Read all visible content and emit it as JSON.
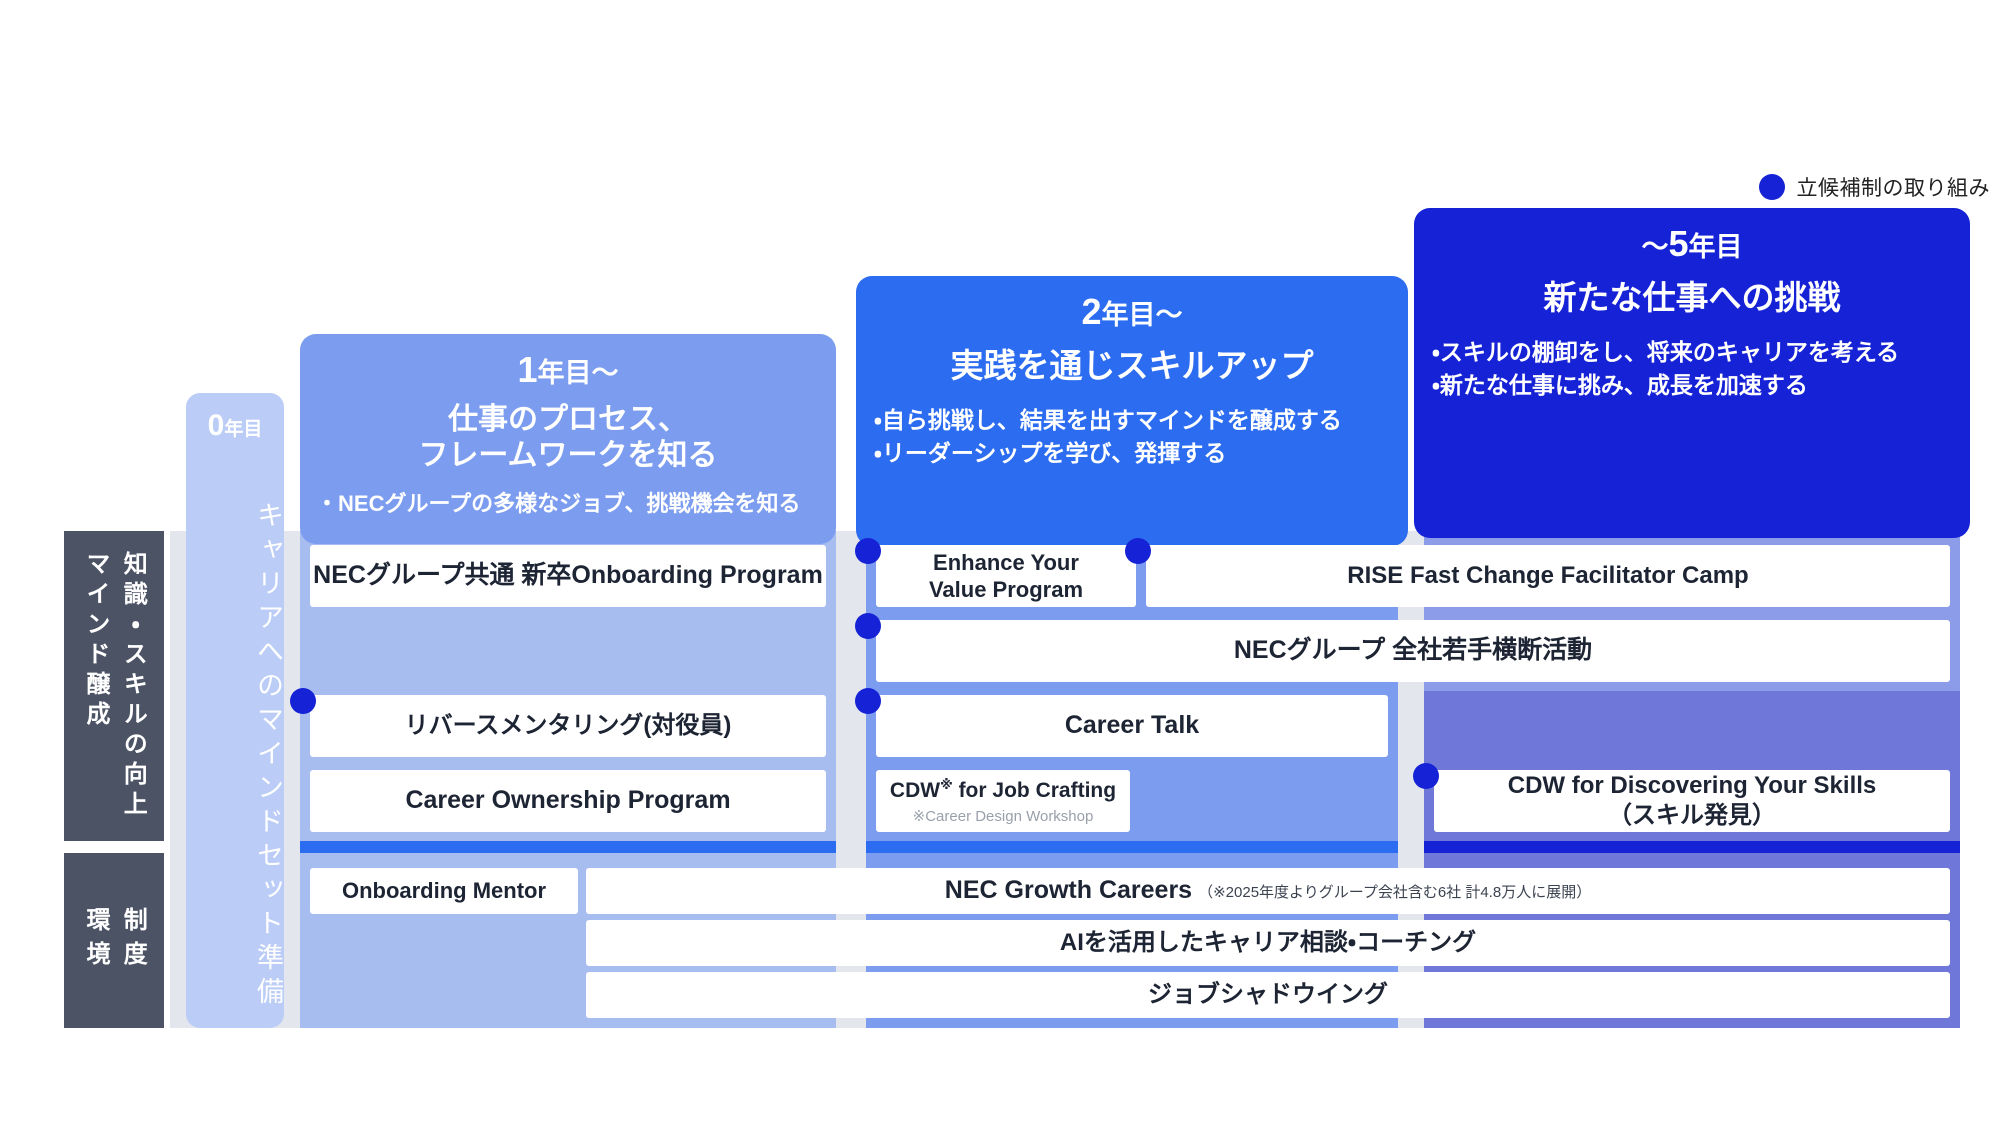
{
  "legend": {
    "label": "立候補制の取り組み",
    "dot_color": "#1622D6"
  },
  "categories": [
    {
      "name": "knowledge-skill",
      "text": "知識・スキルの向上\nマインド醸成"
    },
    {
      "name": "system-environment",
      "text": "制度\n環境"
    }
  ],
  "year0": {
    "year_number": "0",
    "year_unit": "年目",
    "vertical_text": "キャリアへのマインドセット準備",
    "color": "#BBCDF7"
  },
  "phases": [
    {
      "id": "year1",
      "year_number": "1",
      "year_unit": "年目〜",
      "title": "仕事のプロセス、\nフレームワークを知る",
      "bullets": [
        "NECグループの多様なジョブ、挑戦機会を知る"
      ],
      "color": "#7C9DEF"
    },
    {
      "id": "year2",
      "year_number": "2",
      "year_unit": "年目〜",
      "title": "実践を通じスキルアップ",
      "bullets": [
        "自ら挑戦し、結果を出すマインドを醸成する",
        "リーダーシップを学び、発揮する"
      ],
      "color": "#2B6CF0"
    },
    {
      "id": "year5",
      "year_number": "5",
      "year_unit": "年目",
      "year_prefix": "〜",
      "title": "新たな仕事への挑戦",
      "bullets": [
        "スキルの棚卸をし、将来のキャリアを考える",
        "新たな仕事に挑み、成長を加速する"
      ],
      "color": "#1622D6"
    }
  ],
  "programs": {
    "onboarding_common": "NECグループ共通 新卒Onboarding Program",
    "enhance_value": "Enhance Your\nValue Program",
    "rise_camp": "RISE Fast Change Facilitator Camp",
    "cross_company": "NECグループ 全社若手横断活動",
    "reverse_mentoring": "リバースメンタリング(対役員)",
    "career_talk": "Career Talk",
    "career_ownership": "Career Ownership Program",
    "cdw_job_crafting": "CDW for Job Crafting",
    "cdw_job_crafting_mark": "※",
    "cdw_job_crafting_sub": "※Career Design Workshop",
    "cdw_discovering": "CDW for Discovering Your Skills\n（スキル発見）",
    "onboarding_mentor": "Onboarding Mentor",
    "growth_careers": "NEC Growth Careers",
    "growth_careers_note": "（※2025年度よりグループ会社含む6社 計4.8万人に展開）",
    "ai_career_coaching": "AIを活用したキャリア相談・コーチング",
    "job_shadowing": "ジョブシャドウイング"
  },
  "colors": {
    "band_year1_top": "#A7BCEF",
    "band_year1_bottom": "#A7BCEF",
    "band_year2_top": "#7C9DEF",
    "band_year2_bottom": "#7C9DEF",
    "band_year5_top": "#6F78D8",
    "band_year5_bottom": "#6F78D8",
    "divider_year1": "#2B6CF0",
    "divider_year2": "#2B6CF0",
    "divider_year5": "#1622D6",
    "category_bg": "#4B5364",
    "gutter": "#E3E6EC"
  }
}
